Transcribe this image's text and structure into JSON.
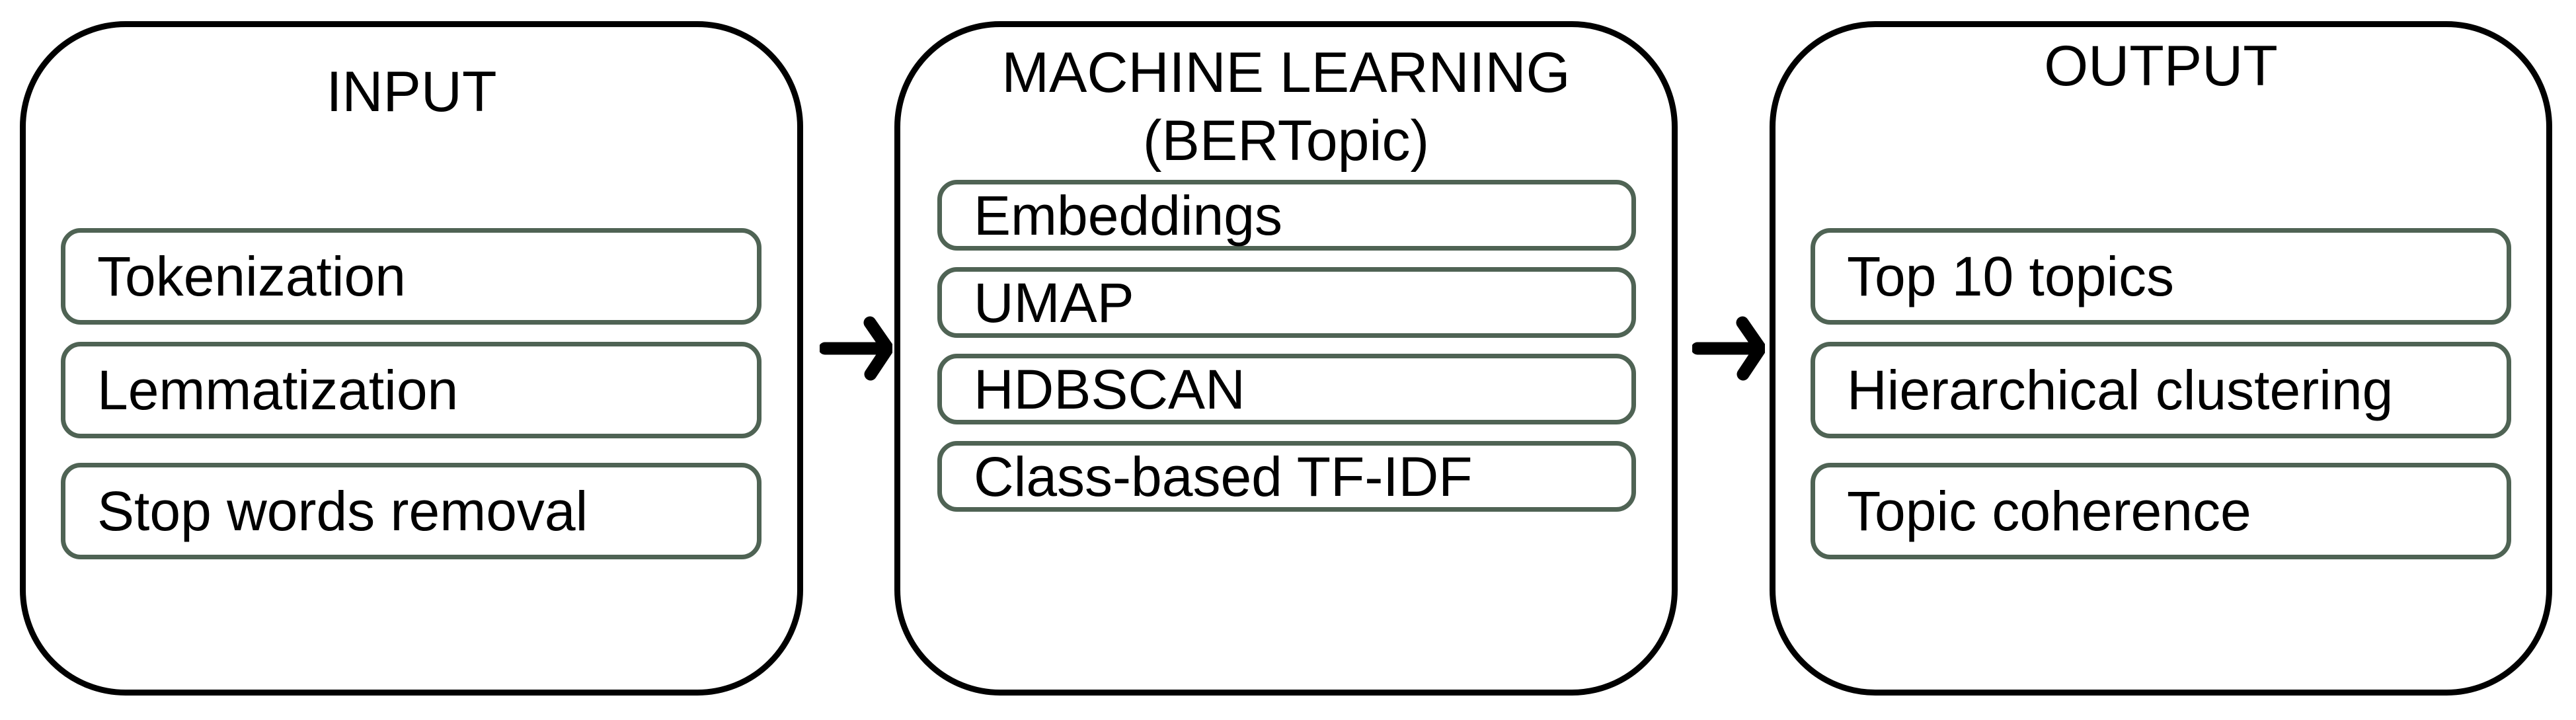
{
  "diagram": {
    "background_color": "#ffffff",
    "outer_border_color": "#000000",
    "inner_border_color": "#4f6354",
    "text_color": "#000000",
    "panels": [
      {
        "title": "INPUT",
        "items": [
          "Tokenization",
          "Lemmatization",
          "Stop words removal"
        ]
      },
      {
        "title": "MACHINE LEARNING",
        "subtitle": "(BERTopic)",
        "items": [
          "Embeddings",
          "UMAP",
          "HDBSCAN",
          "Class-based TF-IDF"
        ]
      },
      {
        "title": "OUTPUT",
        "items": [
          "Top 10 topics",
          "Hierarchical clustering",
          "Topic coherence"
        ]
      }
    ],
    "arrows": [
      {
        "icon": "arrow-right-icon"
      },
      {
        "icon": "arrow-right-icon"
      }
    ]
  }
}
